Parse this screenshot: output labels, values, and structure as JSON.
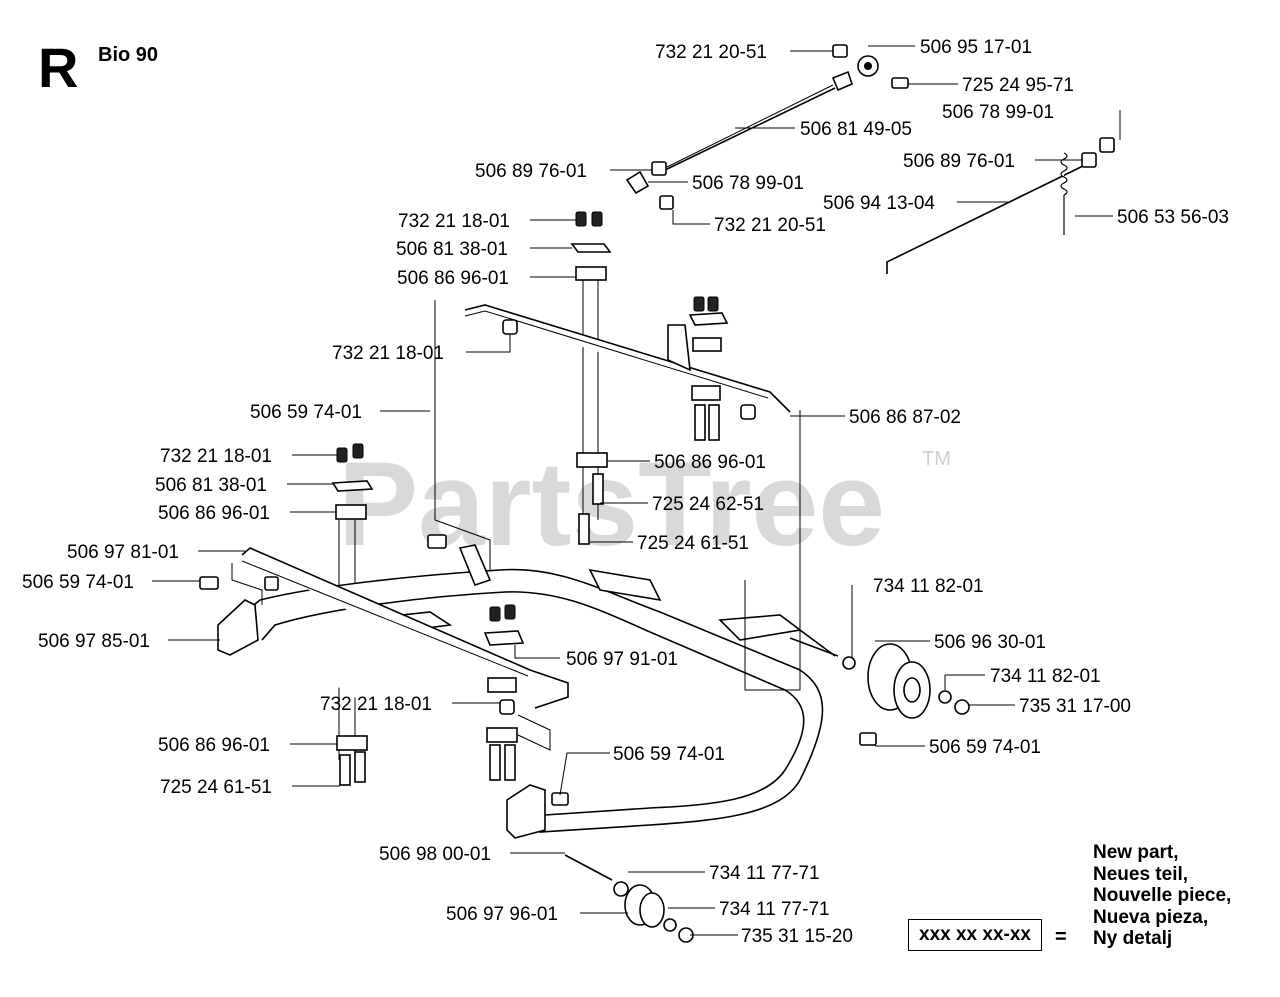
{
  "header": {
    "section_letter": "R",
    "model": "Bio 90"
  },
  "watermark": {
    "text": "PartsTree",
    "trademark": "TM"
  },
  "labels": [
    "732 21 20-51",
    "506 95 17-01",
    "725 24 95-71",
    "506 78 99-01",
    "506 81 49-05",
    "506 89 76-01",
    "506 89 76-01",
    "506 78 99-01",
    "506 94 13-04",
    "506 53 56-03",
    "732 21 20-51",
    "732 21 18-01",
    "506 81 38-01",
    "506 86 96-01",
    "732 21 18-01",
    "506 59 74-01",
    "506 86 87-02",
    "732 21 18-01",
    "506 86 96-01",
    "506 81 38-01",
    "725 24 62-51",
    "506 86 96-01",
    "725 24 61-51",
    "506 97 81-01",
    "506 59 74-01",
    "734 11 82-01",
    "506 97 85-01",
    "506 96 30-01",
    "506 97 91-01",
    "734 11 82-01",
    "735 31 17-00",
    "732 21 18-01",
    "506 86 96-01",
    "506 59 74-01",
    "506 59 74-01",
    "725 24 61-51",
    "506 98 00-01",
    "734 11 77-71",
    "506 97 96-01",
    "734 11 77-71",
    "735 31 15-20"
  ],
  "legend": {
    "lines": [
      "New part,",
      "Neues teil,",
      "Nouvelle piece,",
      "Nueva pieza,",
      "Ny detalj"
    ],
    "box_text": "xxx xx xx-xx",
    "equals": "="
  }
}
